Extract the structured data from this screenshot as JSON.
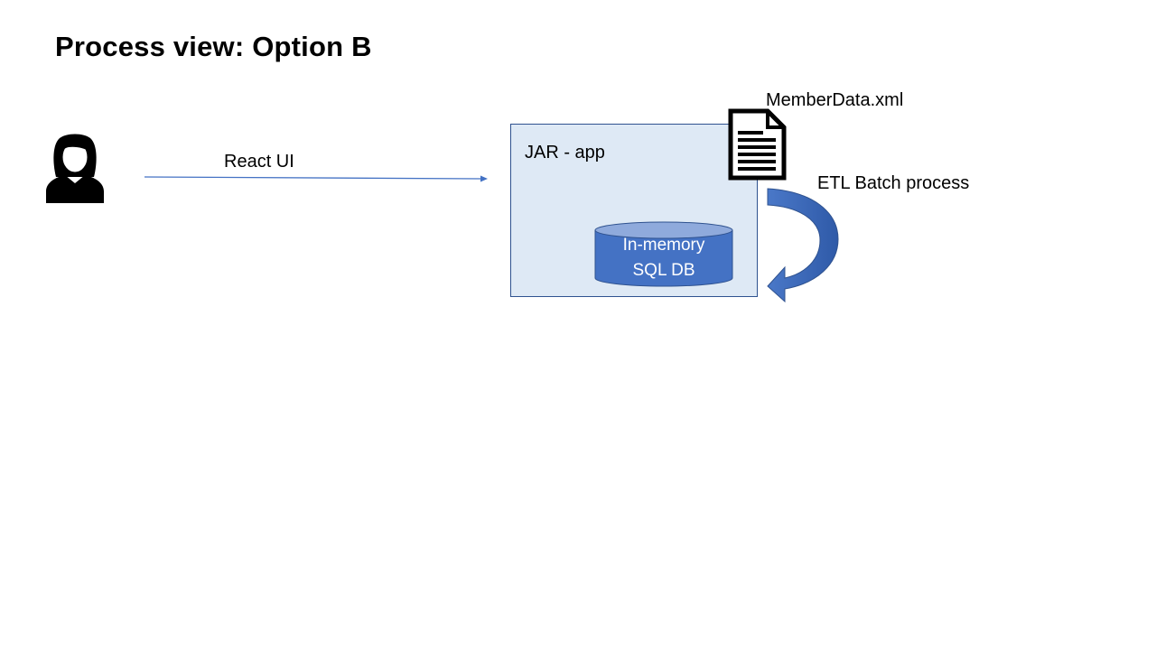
{
  "slide": {
    "title": "Process view: Option B"
  },
  "diagram": {
    "user": {
      "icon": "user-female-icon"
    },
    "connection": {
      "label": "React UI"
    },
    "app_box": {
      "label": "JAR - app"
    },
    "database": {
      "icon": "database-cylinder-icon",
      "line1": "In-memory",
      "line2": "SQL DB"
    },
    "file": {
      "icon": "document-icon",
      "label": "MemberData.xml"
    },
    "etl": {
      "icon": "curved-arrow-icon",
      "label": "ETL Batch process"
    }
  },
  "colors": {
    "app_box_fill": "#dee9f5",
    "app_box_border": "#2f528f",
    "db_fill": "#4472c4",
    "db_top": "#8faadc",
    "arrow_line": "#4472c4",
    "etl_arrow": "#3f6cbf"
  }
}
